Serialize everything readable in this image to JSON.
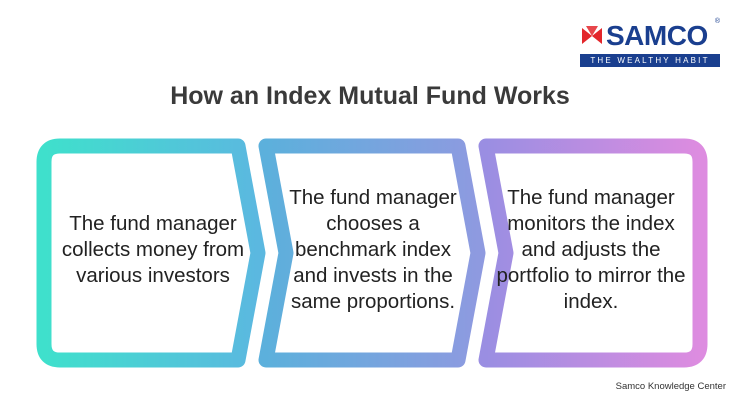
{
  "brand": {
    "name": "SAMCO",
    "registered_mark": "®",
    "tagline": "THE WEALTHY HABIT",
    "brand_blue": "#1a3f8f",
    "brand_red": "#e3262b"
  },
  "title": "How an Index Mutual Fund Works",
  "steps": [
    {
      "text": "The fund manager collects money from various investors",
      "color_start": "#3fe0cc",
      "color_end": "#5bb8e0"
    },
    {
      "text": "The fund manager chooses a benchmark index and invests in the same proportions.",
      "color_start": "#5cb0dc",
      "color_end": "#8e9ae0"
    },
    {
      "text": "The fund manager monitors the index and adjusts the portfolio to mirror the index.",
      "color_start": "#9a8ee2",
      "color_end": "#dd8ce0"
    }
  ],
  "footer": "Samco Knowledge Center"
}
